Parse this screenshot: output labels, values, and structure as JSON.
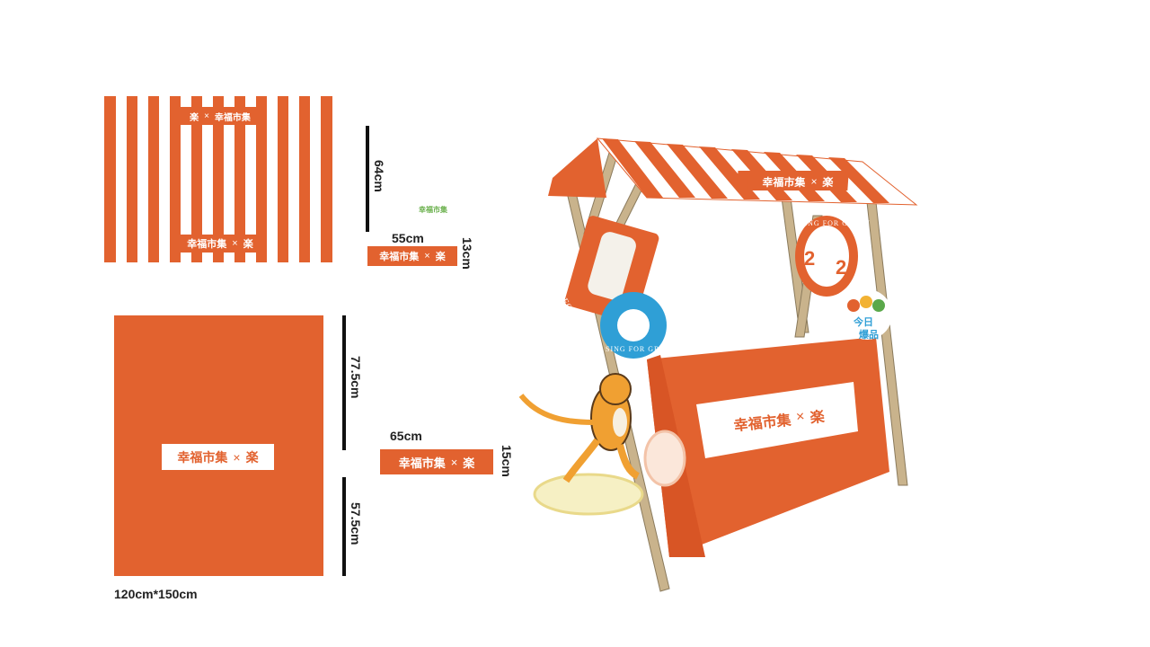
{
  "brand": {
    "name": "幸福市集",
    "mark": "楽",
    "cross": "×"
  },
  "panel_awning": {
    "dim_height": "64cm",
    "logo_top": "幸福市集",
    "logo_bottom": "幸福市集"
  },
  "small_strip_1": {
    "dim_width": "55cm",
    "dim_height": "13cm"
  },
  "panel_tablecloth": {
    "dim_top": "77.5cm",
    "dim_bottom": "57.5cm",
    "dim_size": "120cm*150cm"
  },
  "small_strip_2": {
    "dim_width": "65cm",
    "dim_height": "15cm"
  },
  "booth": {
    "sign_left": "SING FOR GREEN",
    "sign_circle": "SING FOR GREEN",
    "sign_right": "SING FOR GREEN",
    "sign_right_number": "2",
    "sign_food_line1": "今日",
    "sign_food_line2": "爆品"
  },
  "colors": {
    "brand_orange": "#e2622f",
    "wood": "#c9b38c",
    "blue_badge": "#2f9fd6"
  }
}
